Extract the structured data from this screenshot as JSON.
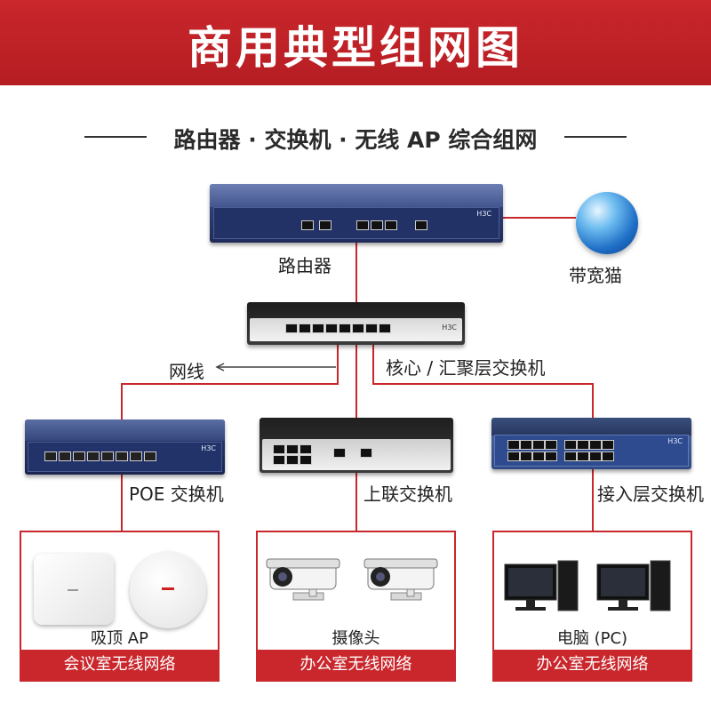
{
  "header": {
    "title": "商用典型组网图",
    "subtitle": "路由器 · 交换机 · 无线 AP 综合组网"
  },
  "colors": {
    "accent": "#c9272c",
    "line": "#c9272c",
    "banner_text": "#ffffff"
  },
  "nodes": {
    "router": {
      "label": "路由器",
      "brand": "H3C"
    },
    "modem": {
      "label": "带宽猫",
      "icon": "globe-icon"
    },
    "core_switch": {
      "label": "核心 / 汇聚层交换机",
      "brand": "H3C"
    },
    "network_cable": {
      "label": "网线"
    },
    "poe_switch": {
      "label": "POE 交换机",
      "brand": "H3C"
    },
    "uplink_switch": {
      "label": "上联交换机"
    },
    "access_switch": {
      "label": "接入层交换机",
      "brand": "H3C"
    }
  },
  "groups": [
    {
      "device_label": "吸顶 AP",
      "footer": "会议室无线网络",
      "icon": "ceiling-ap-icon"
    },
    {
      "device_label": "摄像头",
      "footer": "办公室无线网络",
      "icon": "camera-icon"
    },
    {
      "device_label": "电脑 (PC)",
      "footer": "办公室无线网络",
      "icon": "desktop-pc-icon"
    }
  ]
}
